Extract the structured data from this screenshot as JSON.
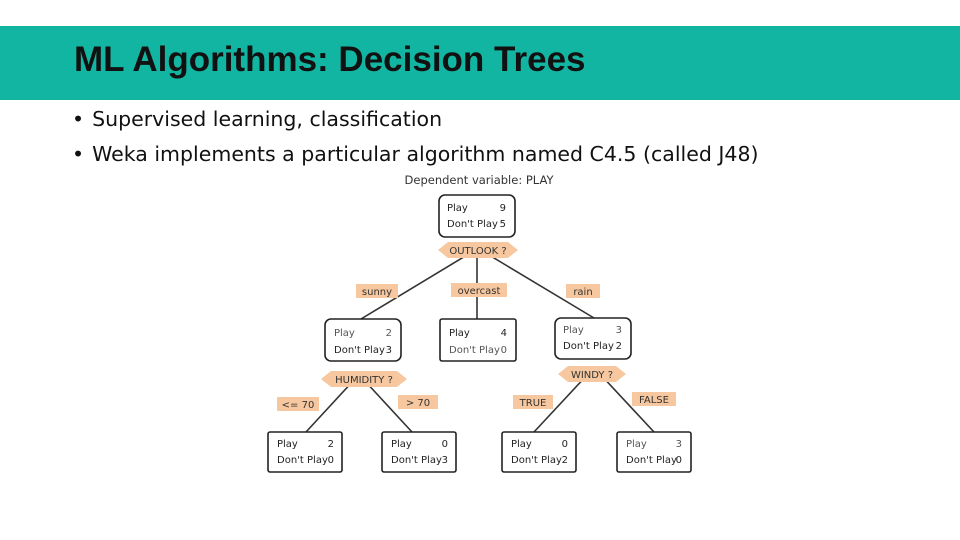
{
  "slide": {
    "title": "ML Algorithms: Decision Trees",
    "bullets": [
      "Supervised learning, classification",
      "Weka implements a particular algorithm named C4.5 (called J48)"
    ]
  },
  "diagram": {
    "dependent_variable": "Dependent variable: PLAY",
    "colors": {
      "accent": "#12b5a2",
      "label_fill": "#f7c89f"
    },
    "nodes": {
      "root": {
        "rows": [
          [
            "Play",
            "9"
          ],
          [
            "Don't Play",
            "5"
          ]
        ]
      },
      "sunny": {
        "rows": [
          [
            "Play",
            "2"
          ],
          [
            "Don't Play",
            "3"
          ]
        ]
      },
      "overcast": {
        "rows": [
          [
            "Play",
            "4"
          ],
          [
            "Don't Play",
            "0"
          ]
        ]
      },
      "rain": {
        "rows": [
          [
            "Play",
            "3"
          ],
          [
            "Don't Play",
            "2"
          ]
        ]
      },
      "humidity_low": {
        "rows": [
          [
            "Play",
            "2"
          ],
          [
            "Don't Play",
            "0"
          ]
        ]
      },
      "humidity_high": {
        "rows": [
          [
            "Play",
            "0"
          ],
          [
            "Don't Play",
            "3"
          ]
        ]
      },
      "windy_true": {
        "rows": [
          [
            "Play",
            "0"
          ],
          [
            "Don't Play",
            "2"
          ]
        ]
      },
      "windy_false": {
        "rows": [
          [
            "Play",
            "3"
          ],
          [
            "Don't Play",
            "0"
          ]
        ]
      }
    },
    "splits": {
      "outlook": "OUTLOOK ?",
      "humidity": "HUMIDITY ?",
      "windy": "WINDY ?"
    },
    "edge_labels": {
      "sunny": "sunny",
      "overcast": "overcast",
      "rain": "rain",
      "humidity_low": "<= 70",
      "humidity_high": "> 70",
      "windy_true": "TRUE",
      "windy_false": "FALSE"
    }
  }
}
